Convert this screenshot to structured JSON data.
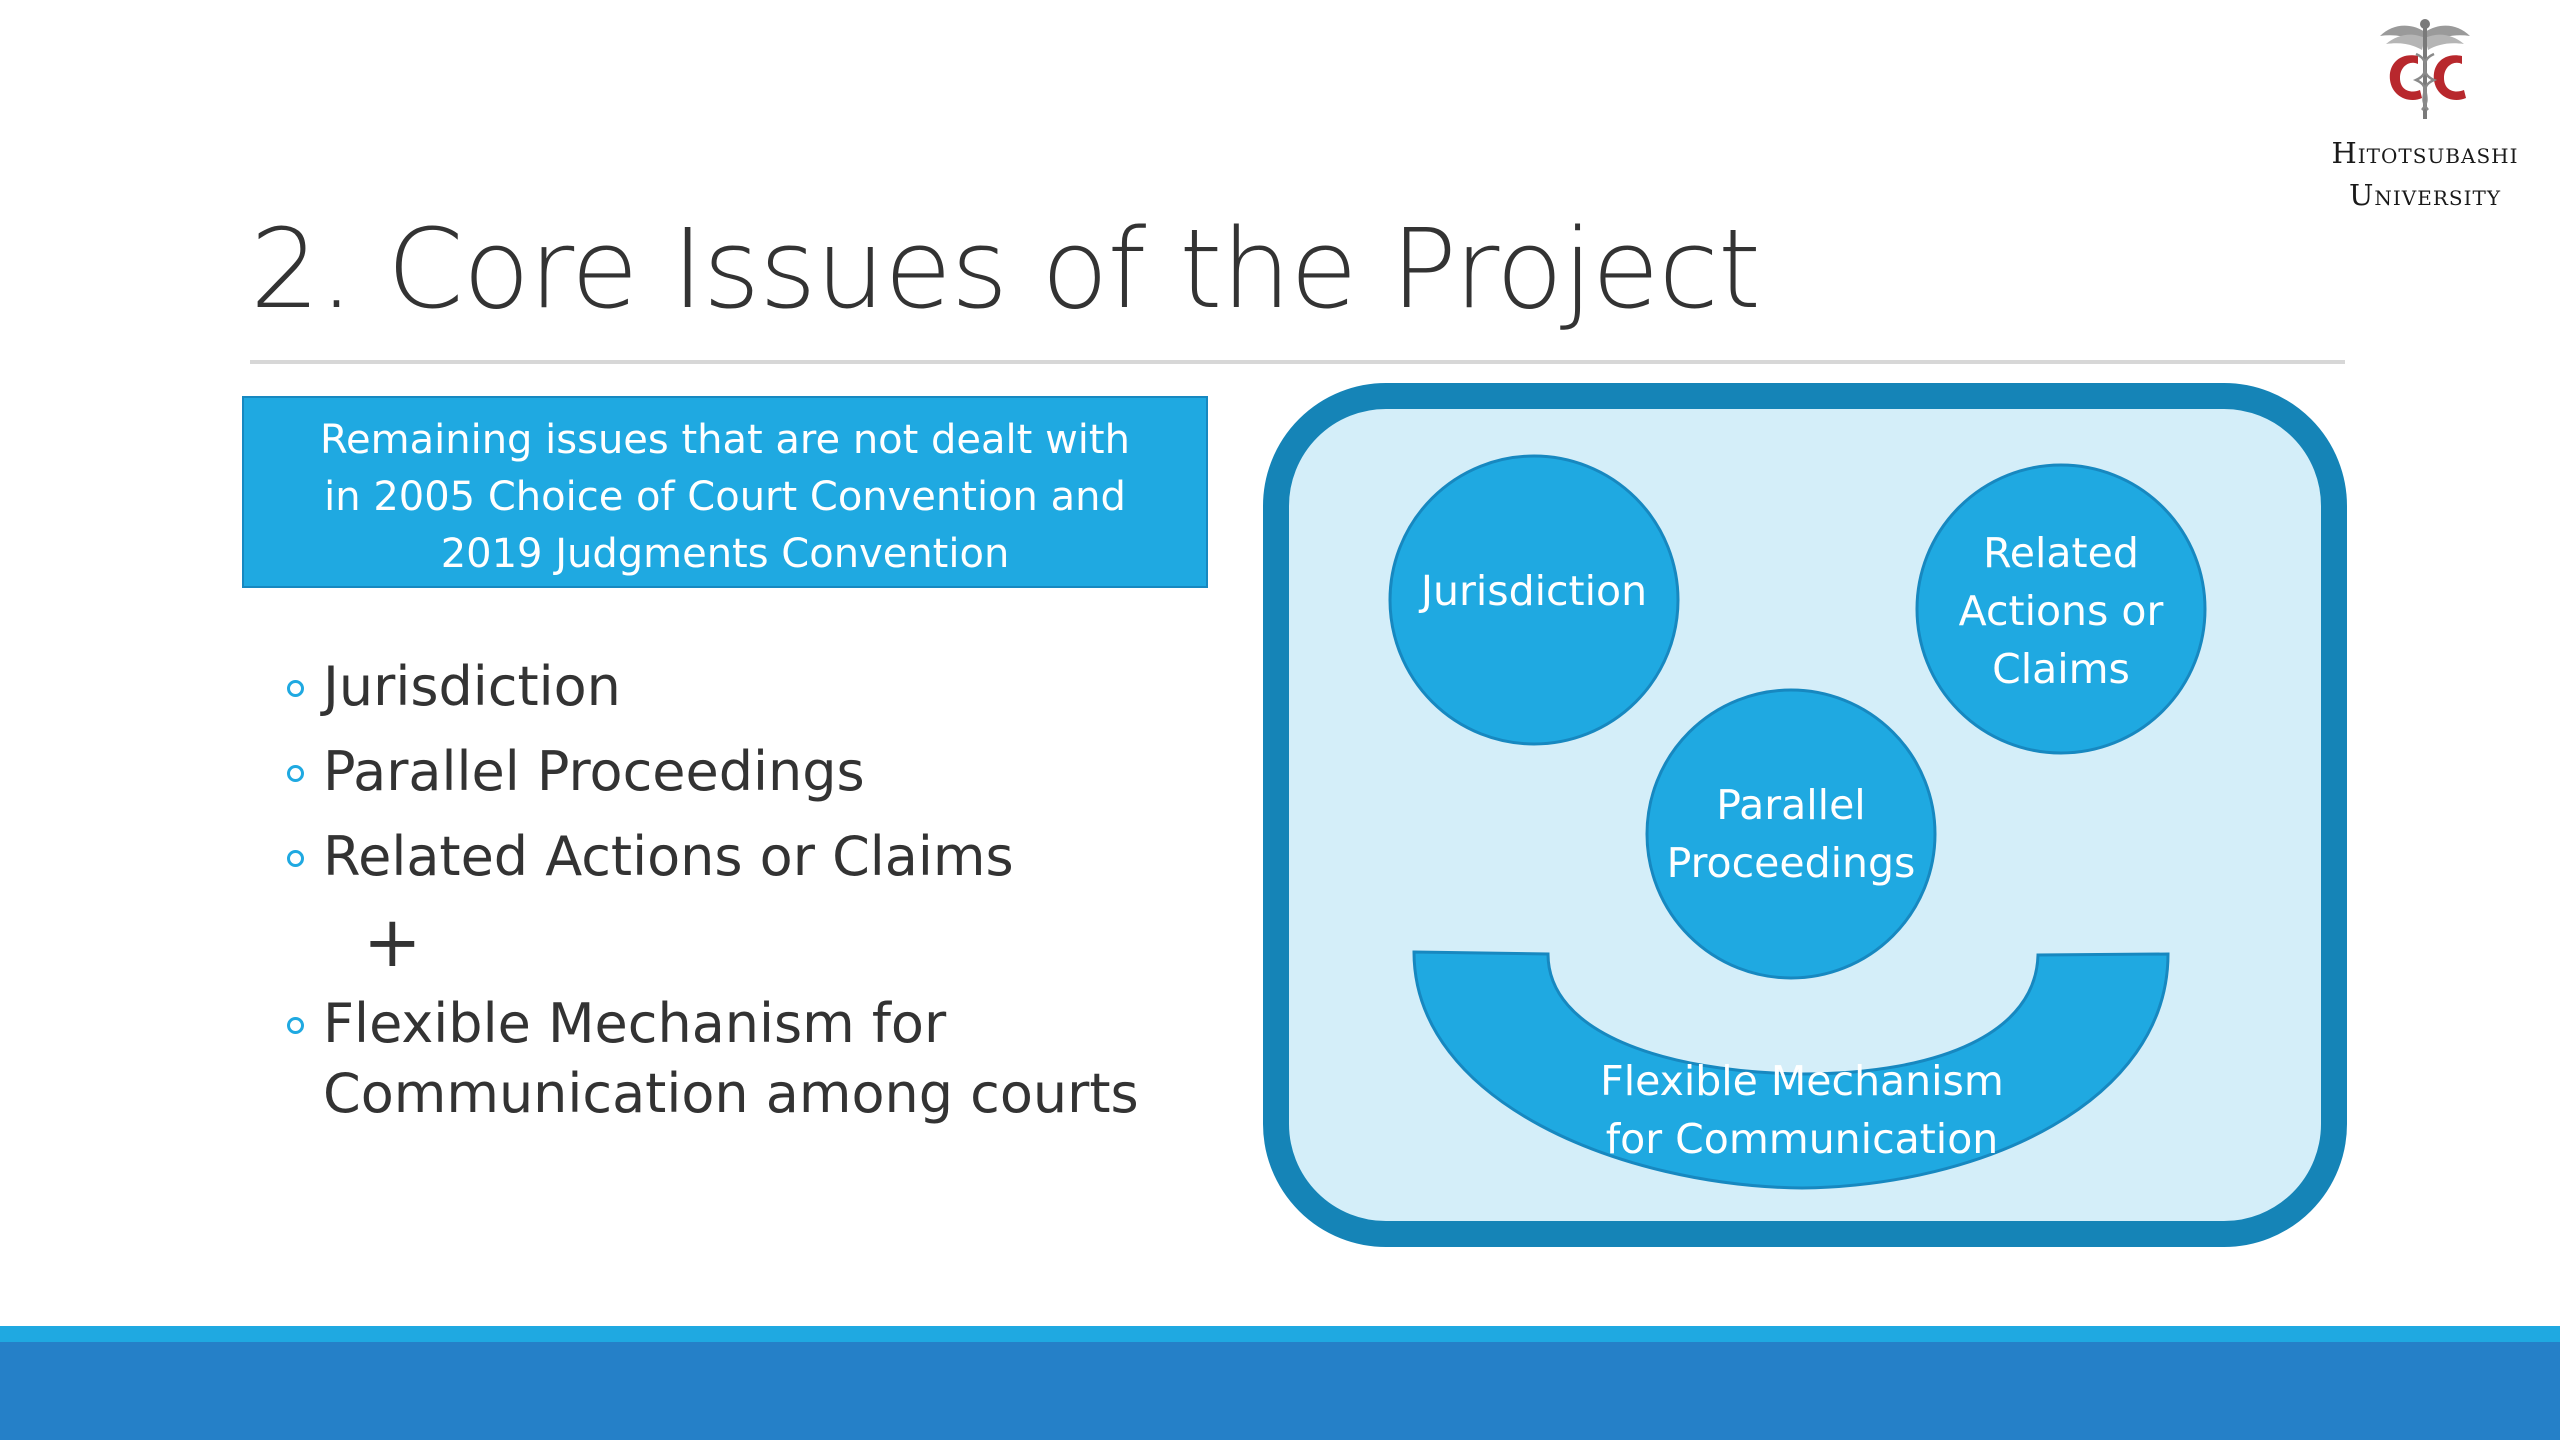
{
  "logo": {
    "line1": "Hitotsubashi",
    "line2": "University"
  },
  "title": "2. Core Issues of the Project",
  "issues_box": {
    "line1": "Remaining issues that are not dealt with",
    "line2": "in 2005 Choice of Court Convention and",
    "line3": "2019 Judgments Convention"
  },
  "bullets": {
    "item1": "Jurisdiction",
    "item2": "Parallel Proceedings",
    "item3": "Related Actions or Claims",
    "plus": "+",
    "item4_line1": "Flexible Mechanism for",
    "item4_line2": "Communication among courts"
  },
  "diagram": {
    "circle1": "Jurisdiction",
    "circle2_line1": "Related",
    "circle2_line2": "Actions or",
    "circle2_line3": "Claims",
    "circle3_line1": "Parallel",
    "circle3_line2": "Proceedings",
    "arc_line1": "Flexible Mechanism",
    "arc_line2": "for Communication"
  },
  "colors": {
    "accent": "#1fa9e1",
    "accent_dark": "#1788c0",
    "frame_border": "#1584b7",
    "frame_fill": "#d4eef9",
    "footer": "#2580c8",
    "logo_red": "#b8282d"
  }
}
